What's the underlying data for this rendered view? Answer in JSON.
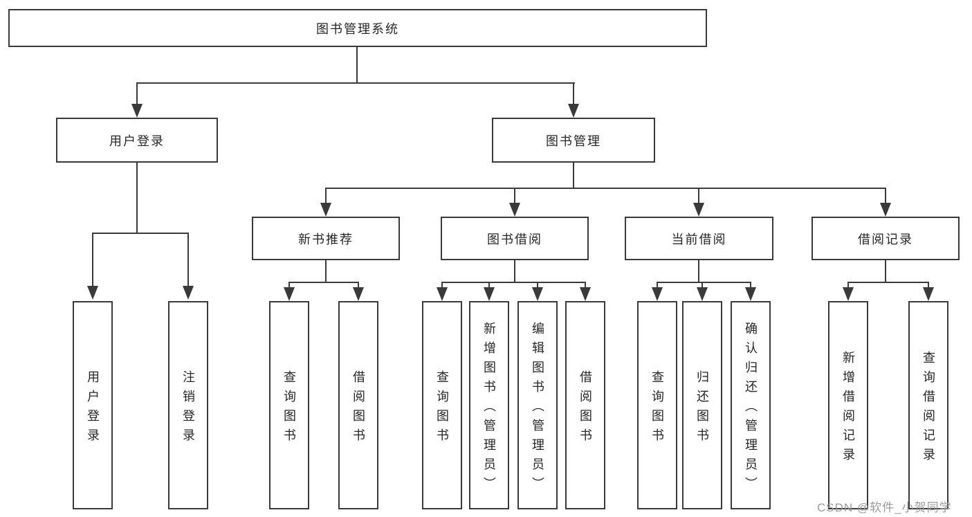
{
  "page": {
    "background": "#ffffff"
  },
  "colors": {
    "line": "#3a3a3a",
    "box_border": "#3a3a3a",
    "text": "#262626",
    "watermark": "#9a9a9a"
  },
  "diagram": {
    "root": {
      "label": "图书管理系统"
    },
    "branches": [
      {
        "label": "用户登录",
        "children": [
          {
            "label": "用户登录"
          },
          {
            "label": "注销登录"
          }
        ]
      },
      {
        "label": "图书管理",
        "children": [
          {
            "label": "新书推荐",
            "children": [
              {
                "label": "查询图书"
              },
              {
                "label": "借阅图书"
              }
            ]
          },
          {
            "label": "图书借阅",
            "children": [
              {
                "label": "查询图书"
              },
              {
                "label": "新增图书（管理员）"
              },
              {
                "label": "编辑图书（管理员）"
              },
              {
                "label": "借阅图书"
              }
            ]
          },
          {
            "label": "当前借阅",
            "children": [
              {
                "label": "查询图书"
              },
              {
                "label": "归还图书"
              },
              {
                "label": "确认归还（管理员）"
              }
            ]
          },
          {
            "label": "借阅记录",
            "children": [
              {
                "label": "新增借阅记录"
              },
              {
                "label": "查询借阅记录"
              }
            ]
          }
        ]
      }
    ]
  },
  "watermark": {
    "text": "CSDN @软件_小贺同学"
  }
}
